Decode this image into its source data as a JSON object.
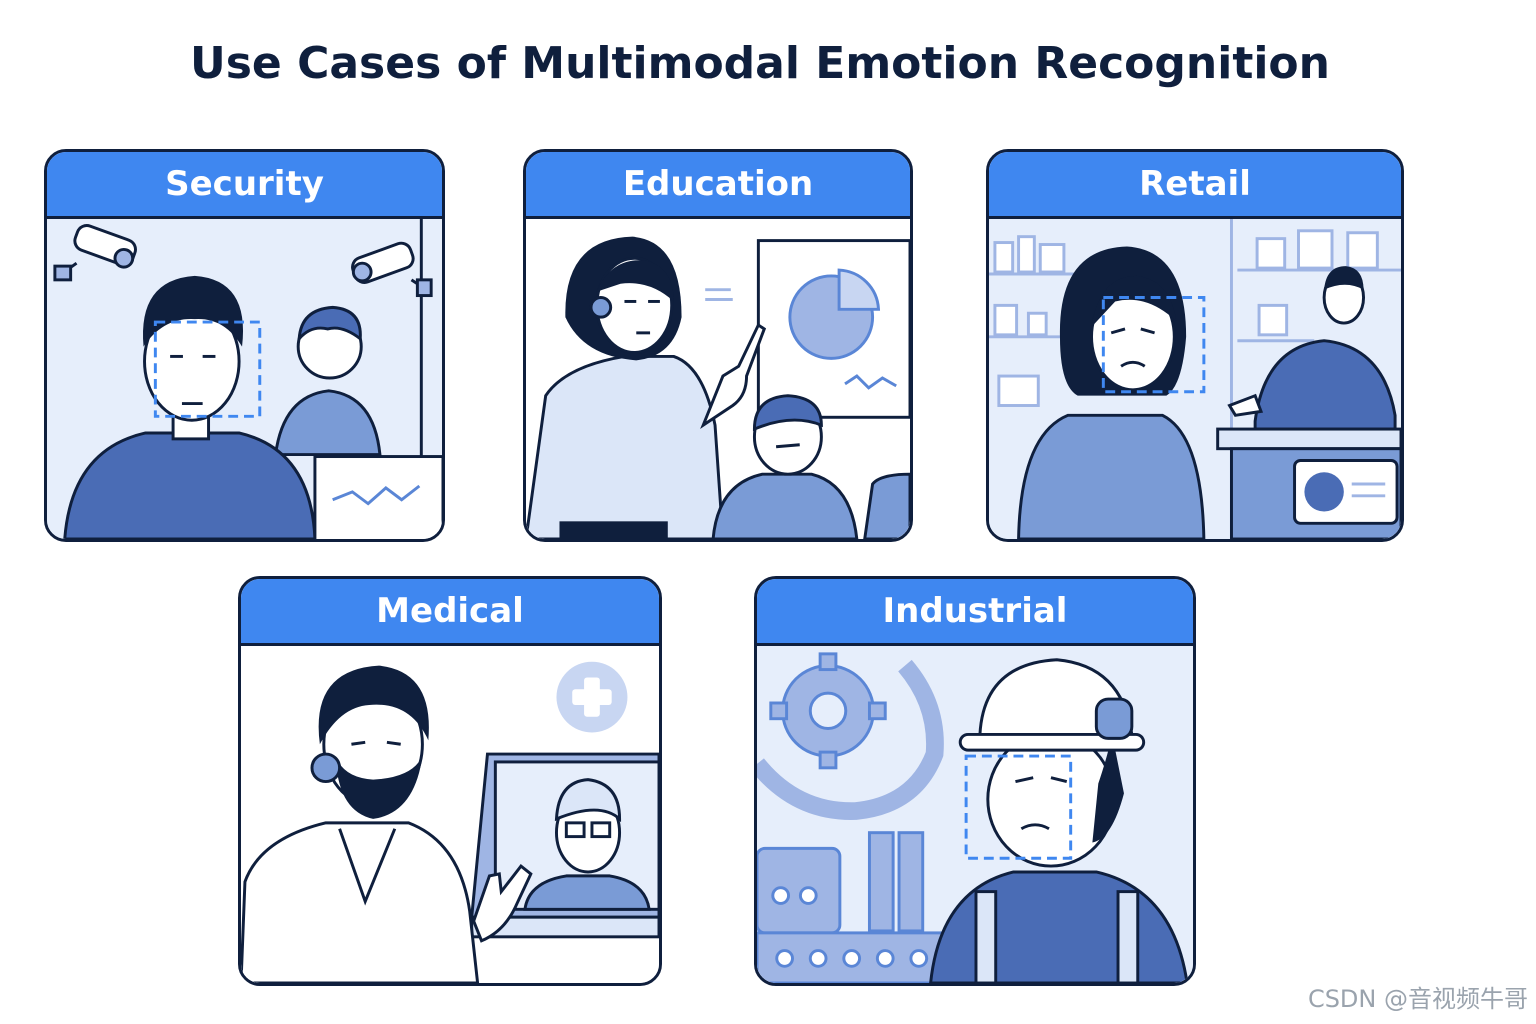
{
  "title": "Use Cases of Multimodal Emotion Recognition",
  "cards": [
    {
      "label": "Security"
    },
    {
      "label": "Education"
    },
    {
      "label": "Retail"
    },
    {
      "label": "Medical"
    },
    {
      "label": "Industrial"
    }
  ],
  "watermark": "CSDN @音视频牛哥",
  "colors": {
    "header_blue": "#3f87f0",
    "outline_navy": "#0f1f3d",
    "light_blue": "#e6eefb",
    "mid_blue": "#7a9bd6",
    "dark_blue": "#4a6cb5"
  }
}
